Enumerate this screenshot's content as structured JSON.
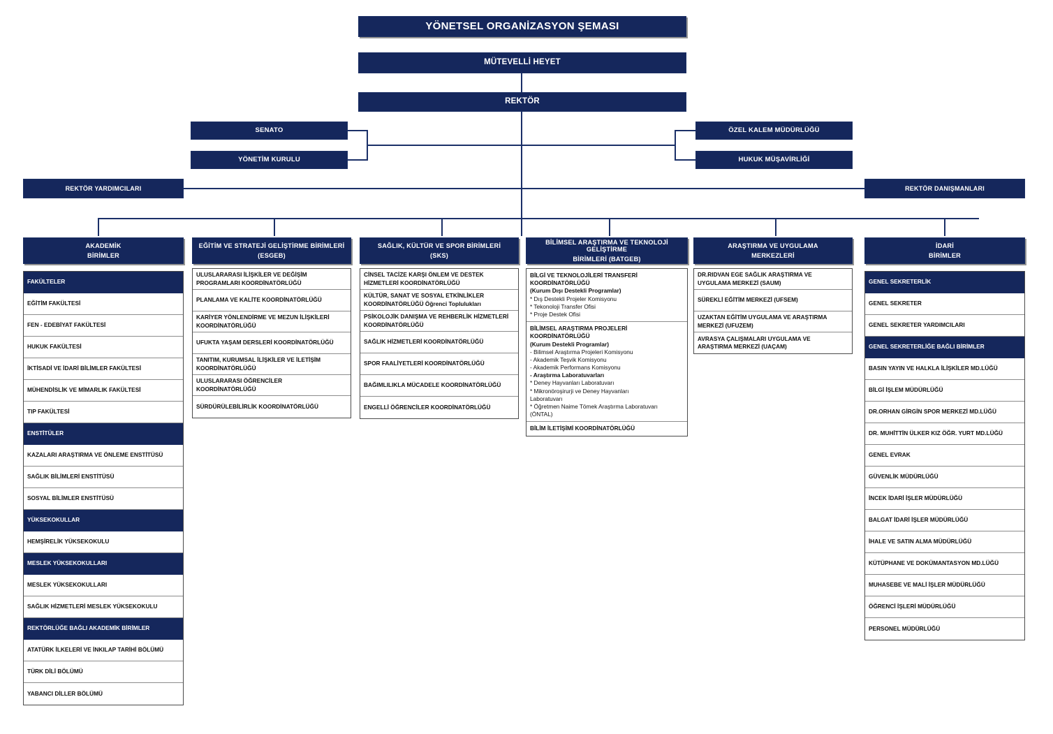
{
  "title": "YÖNETSEL ORGANİZASYON ŞEMASI",
  "top": {
    "mutevelli": "MÜTEVELLİ HEYET",
    "rektor": "REKTÖR",
    "senato": "SENATO",
    "yonetim_kurulu": "YÖNETİM KURULU",
    "ozel_kalem": "ÖZEL KALEM MÜDÜRLÜĞÜ",
    "hukuk": "HUKUK MÜŞAVİRLİĞİ",
    "rektor_yardimcilari": "REKTÖR YARDIMCILARI",
    "rektor_danismanlari": "REKTÖR DANIŞMANLARI"
  },
  "colors": {
    "navy": "#15275c",
    "line": "#1b3068",
    "border": "#4a4a4a",
    "row_divider": "#8c8c8c"
  },
  "columns": [
    {
      "id": "akademik-birimler",
      "header_line1": "AKADEMİK",
      "header_line2": "BİRİMLER",
      "rows": [
        {
          "type": "head",
          "text": "FAKÜLTELER"
        },
        {
          "type": "item",
          "text": "EĞİTİM FAKÜLTESİ"
        },
        {
          "type": "item",
          "text": "FEN - EDEBİYAT FAKÜLTESİ"
        },
        {
          "type": "item",
          "text": "HUKUK FAKÜLTESİ"
        },
        {
          "type": "item",
          "text": "İKTİSADİ VE İDARİ BİLİMLER FAKÜLTESİ"
        },
        {
          "type": "item",
          "text": "MÜHENDİSLİK VE MİMARLIK FAKÜLTESİ"
        },
        {
          "type": "item",
          "text": "TIP FAKÜLTESİ"
        },
        {
          "type": "head",
          "text": "ENSTİTÜLER"
        },
        {
          "type": "item",
          "text": "KAZALARI ARAŞTIRMA VE ÖNLEME ENSTİTÜSÜ"
        },
        {
          "type": "item",
          "text": "SAĞLIK BİLİMLERİ ENSTİTÜSÜ"
        },
        {
          "type": "item",
          "text": "SOSYAL BİLİMLER ENSTİTÜSÜ"
        },
        {
          "type": "head",
          "text": "YÜKSEKOKULLAR"
        },
        {
          "type": "item",
          "text": "HEMŞİRELİK YÜKSEKOKULU"
        },
        {
          "type": "head",
          "text": "MESLEK YÜKSEKOKULLARI"
        },
        {
          "type": "item",
          "text": "MESLEK YÜKSEKOKULLARI"
        },
        {
          "type": "item",
          "text": "SAĞLIK HİZMETLERİ MESLEK YÜKSEKOKULU"
        },
        {
          "type": "head",
          "text": "REKTÖRLÜĞE BAĞLI AKADEMİK BİRİMLER"
        },
        {
          "type": "item",
          "text": "ATATÜRK İLKELERİ VE İNKILAP TARİHİ BÖLÜMÜ"
        },
        {
          "type": "item",
          "text": "TÜRK DİLİ BÖLÜMÜ"
        },
        {
          "type": "item",
          "text": "YABANCI DİLLER BÖLÜMÜ"
        }
      ]
    },
    {
      "id": "esgeb",
      "header_line1": "EĞİTİM VE STRATEJİ GELİŞTİRME BİRİMLERİ",
      "header_line2": "(ESGEB)",
      "rows": [
        {
          "type": "item",
          "lines": [
            "ULUSLARARASI İLİŞKİLER VE DEĞİŞİM",
            "PROGRAMLARI KOORDİNATÖRLÜĞÜ"
          ]
        },
        {
          "type": "item",
          "lines": [
            "PLANLAMA VE KALİTE KOORDİNATÖRLÜĞÜ"
          ]
        },
        {
          "type": "item",
          "lines": [
            "KARİYER YÖNLENDİRME VE MEZUN İLİŞKİLERİ",
            "KOORDİNATÖRLÜĞÜ"
          ]
        },
        {
          "type": "item",
          "lines": [
            "UFUKTA YAŞAM DERSLERİ KOORDİNATÖRLÜĞÜ"
          ]
        },
        {
          "type": "item",
          "lines": [
            "TANITIM, KURUMSAL İLİŞKİLER VE İLETİŞİM",
            "KOORDİNATÖRLÜĞÜ"
          ]
        },
        {
          "type": "item",
          "lines": [
            "ULUSLARARASI ÖĞRENCİLER",
            "KOORDİNATÖRLÜĞÜ"
          ]
        },
        {
          "type": "item",
          "lines": [
            "SÜRDÜRÜLEBİLİRLİK KOORDİNATÖRLÜĞÜ"
          ]
        }
      ]
    },
    {
      "id": "sks",
      "header_line1": "SAĞLIK, KÜLTÜR VE SPOR BİRİMLERİ",
      "header_line2": "(SKS)",
      "rows": [
        {
          "type": "item",
          "lines": [
            "CİNSEL TACİZE KARŞI ÖNLEM VE DESTEK",
            "HİZMETLERİ KOORDİNATÖRLÜĞÜ"
          ]
        },
        {
          "type": "item",
          "lines": [
            "KÜLTÜR, SANAT VE SOSYAL ETKİNLİKLER",
            "KOORDİNATÖRLÜĞÜ Öğrenci Toplulukları"
          ]
        },
        {
          "type": "item",
          "lines": [
            "PSİKOLOJİK DANIŞMA VE REHBERLİK HİZMETLERİ",
            "KOORDİNATÖRLÜĞÜ"
          ]
        },
        {
          "type": "item",
          "lines": [
            "SAĞLIK HİZMETLERİ KOORDİNATÖRLÜĞÜ"
          ]
        },
        {
          "type": "item",
          "lines": [
            "SPOR FAALİYETLERİ KOORDİNATÖRLÜĞÜ"
          ]
        },
        {
          "type": "item",
          "lines": [
            "BAĞIMLILIKLA MÜCADELE KOORDİNATÖRLÜĞÜ"
          ]
        },
        {
          "type": "item",
          "lines": [
            "ENGELLİ ÖĞRENCİLER KOORDİNATÖRLÜĞÜ"
          ]
        }
      ]
    },
    {
      "id": "batgeb",
      "header_line1": "BİLİMSEL ARAŞTIRMA VE TEKNOLOJİ GELİŞTİRME",
      "header_line2": "BİRİMLERİ (BATGEB)",
      "rows": [
        {
          "type": "mixed",
          "lines": [
            {
              "t": "BİLGİ VE TEKNOLOJİLERİ TRANSFERİ",
              "w": "b"
            },
            {
              "t": "KOORDİNATÖRLÜĞÜ",
              "w": "b"
            },
            {
              "t": "(Kurum Dışı Destekli Programlar)",
              "w": "b"
            },
            {
              "t": "* Dış Destekli Projeler Komisyonu",
              "w": "n"
            },
            {
              "t": "* Tekonoloji Transfer Ofisi",
              "w": "n"
            },
            {
              "t": "* Proje Destek Ofisi",
              "w": "n"
            }
          ]
        },
        {
          "type": "mixed",
          "lines": [
            {
              "t": "BİLİMSEL ARAŞTIRMA PROJELERİ",
              "w": "b"
            },
            {
              "t": "KOORDİNATÖRLÜĞÜ",
              "w": "b"
            },
            {
              "t": "(Kurum Destekli Programlar)",
              "w": "b"
            },
            {
              "t": "- Bilimsel Araştırma Projeleri Komisyonu",
              "w": "n"
            },
            {
              "t": "- Akademik Teşvik Komisyonu",
              "w": "n"
            },
            {
              "t": "- Akademik Performans Komisyonu",
              "w": "n"
            },
            {
              "t": "- Araştırma Laboratuvarları",
              "w": "b"
            },
            {
              "t": "* Deney Hayvanları Laboratuvarı",
              "w": "n"
            },
            {
              "t": "* Mikronöroşirurji ve Deney Hayvanları",
              "w": "n"
            },
            {
              "t": "Laboratuvarı",
              "w": "n"
            },
            {
              "t": " * Öğretmen Naime Tömek Araştırma Laboratuvarı",
              "w": "n"
            },
            {
              "t": "(ÖNTAL)",
              "w": "n"
            }
          ]
        },
        {
          "type": "mixed",
          "lines": [
            {
              "t": "BİLİM İLETİŞİMİ KOORDİNATÖRLÜĞÜ",
              "w": "b"
            }
          ]
        }
      ]
    },
    {
      "id": "arastirma-uygulama-merkezleri",
      "header_line1": "ARAŞTIRMA VE UYGULAMA",
      "header_line2": "MERKEZLERİ",
      "rows": [
        {
          "type": "item",
          "lines": [
            "DR.RIDVAN EGE SAĞLIK ARAŞTIRMA VE",
            "UYGULAMA MERKEZİ (SAUM)"
          ]
        },
        {
          "type": "item",
          "lines": [
            "SÜREKLİ EĞİTİM MERKEZİ (UFSEM)"
          ]
        },
        {
          "type": "item",
          "lines": [
            "UZAKTAN EĞİTİM UYGULAMA VE ARAŞTIRMA",
            "MERKEZİ (UFUZEM)"
          ]
        },
        {
          "type": "item",
          "lines": [
            "AVRASYA ÇALIŞMALARI UYGULAMA VE",
            "ARAŞTIRMA MERKEZİ (UAÇAM)"
          ]
        }
      ]
    },
    {
      "id": "idari-birimler",
      "header_line1": "İDARİ",
      "header_line2": "BİRİMLER",
      "rows": [
        {
          "type": "head",
          "text": "GENEL SEKRETERLİK"
        },
        {
          "type": "item",
          "text": "GENEL SEKRETER"
        },
        {
          "type": "item",
          "text": "GENEL SEKRETER YARDIMCILARI"
        },
        {
          "type": "head",
          "text": "GENEL SEKRETERLİĞE BAĞLI BİRİMLER"
        },
        {
          "type": "item",
          "text": "BASIN YAYIN VE HALKLA İLİŞKİLER MD.LÜĞÜ"
        },
        {
          "type": "item",
          "text": "BİLGİ İŞLEM MÜDÜRLÜĞÜ"
        },
        {
          "type": "item",
          "text": "DR.ORHAN GİRGİN SPOR MERKEZİ MD.LÜĞÜ"
        },
        {
          "type": "item",
          "text": "DR. MUHİTTİN ÜLKER KIZ ÖĞR. YURT MD.LÜĞÜ"
        },
        {
          "type": "item",
          "text": "GENEL EVRAK"
        },
        {
          "type": "item",
          "text": "GÜVENLİK MÜDÜRLÜĞÜ"
        },
        {
          "type": "item",
          "text": "İNCEK İDARİ İŞLER MÜDÜRLÜĞÜ"
        },
        {
          "type": "item",
          "text": "BALGAT İDARİ İŞLER MÜDÜRLÜĞÜ"
        },
        {
          "type": "item",
          "text": "İHALE VE SATIN ALMA MÜDÜRLÜĞÜ"
        },
        {
          "type": "item",
          "text": "KÜTÜPHANE VE DOKÜMANTASYON MD.LÜĞÜ"
        },
        {
          "type": "item",
          "text": "MUHASEBE VE MALİ İŞLER MÜDÜRLÜĞÜ"
        },
        {
          "type": "item",
          "text": "ÖĞRENCİ İŞLERİ MÜDÜRLÜĞÜ"
        },
        {
          "type": "item",
          "text": "PERSONEL MÜDÜRLÜĞÜ"
        }
      ]
    }
  ]
}
